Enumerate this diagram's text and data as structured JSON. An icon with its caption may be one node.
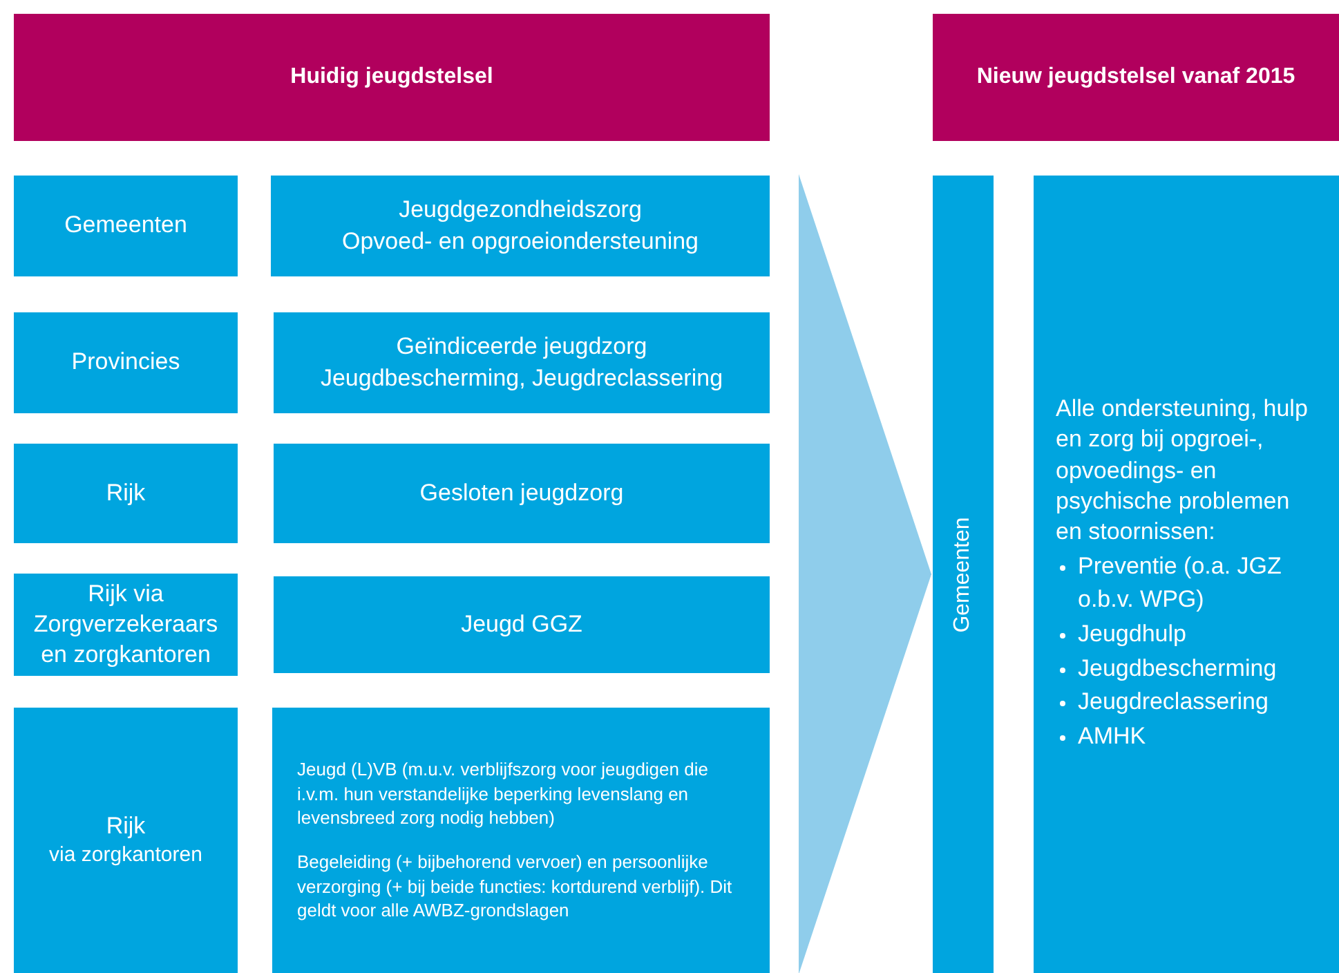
{
  "diagram": {
    "nodes": [
      {
        "text": [
          "Huidig jeugdstelsel"
        ]
      },
      {
        "text": [
          "Nieuw jeugdstelsel vanaf 2015"
        ]
      },
      {
        "text": [
          "Gemeenten"
        ]
      },
      {
        "text": [
          "Jeugdgezondheidszorg",
          "Opvoed- en opgroeiondersteuning"
        ]
      },
      {
        "text": [
          "Provincies"
        ]
      },
      {
        "text": [
          "Geïndiceerde jeugdzorg",
          "Jeugdbescherming, Jeugdreclassering"
        ]
      },
      {
        "text": [
          "Rijk"
        ]
      },
      {
        "text": [
          "Gesloten jeugdzorg"
        ]
      },
      {
        "text": [
          "Rijk via Zorgverzekeraars en zorgkantoren"
        ]
      },
      {
        "text": [
          "Jeugd GGZ"
        ]
      },
      {
        "text": [
          "Rijk",
          "via zorgkantoren"
        ]
      },
      {
        "text": [
          "Jeugd (L)VB (m.u.v. verblijfszorg voor jeugdigen die i.v.m.  hun verstandelijke beperking levenslang en levensbreed zorg nodig hebben)",
          "Begeleiding (+ bijbehorend vervoer) en persoonlijke verzorging (+ bij beide functies: kortdurend verblijf). Dit geldt voor alle AWBZ-grondslagen"
        ]
      },
      {
        "text": [
          "Gemeenten"
        ]
      },
      {
        "text": [
          "Alle ondersteuning, hulp en zorg bij opgroei-, opvoedings- en psychische problemen en stoornissen:",
          "Preventie (o.a. JGZ o.b.v. WPG)",
          "Jeugdhulp",
          "Jeugdbescherming",
          "Jeugdreclassering",
          "AMHK"
        ]
      }
    ],
    "edges": [
      {
        "from": null,
        "to": 12,
        "arrow": "to"
      }
    ]
  }
}
